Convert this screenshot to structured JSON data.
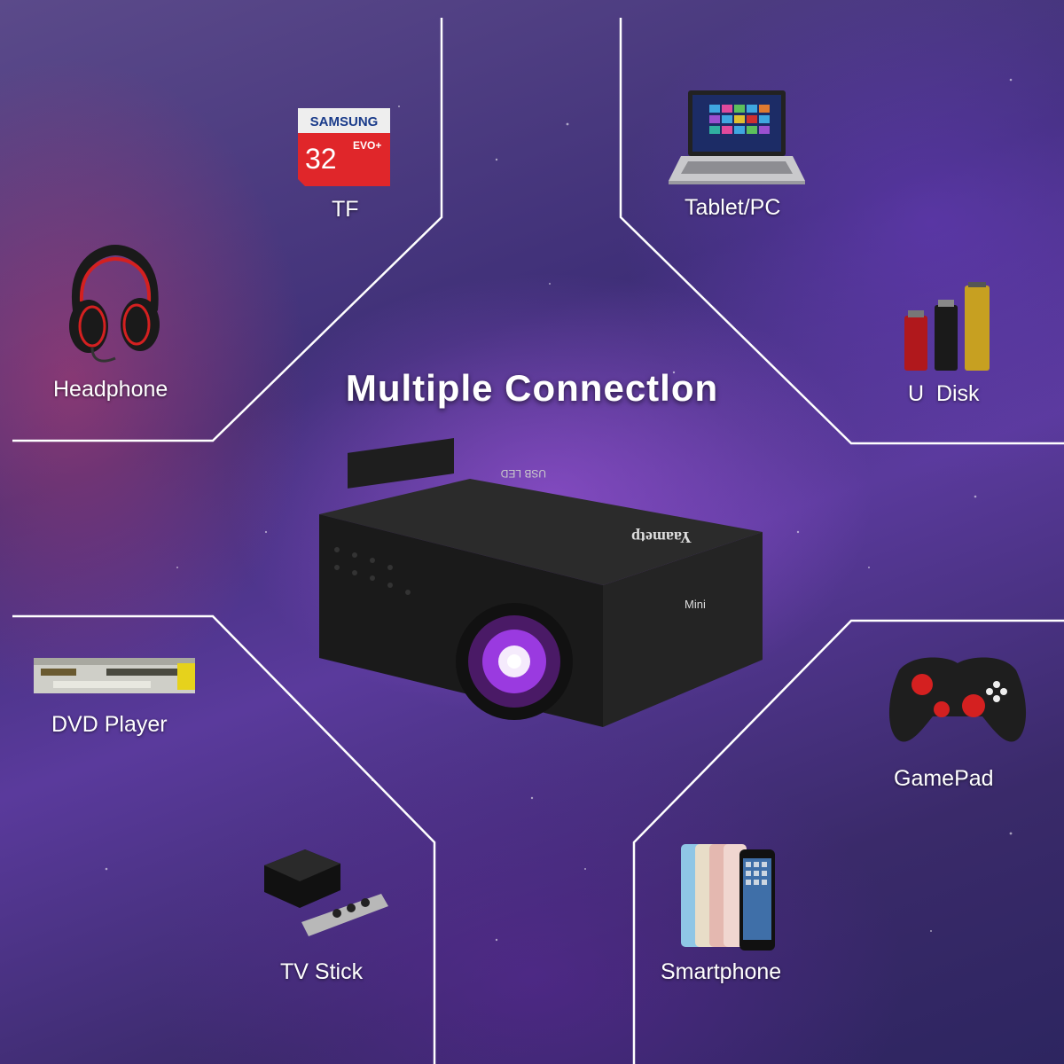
{
  "title": "Multiple Connectlon",
  "devices": {
    "tf": "TF",
    "tablet_pc": "Tablet/PC",
    "headphone": "Headphone",
    "u_disk": "U  Disk",
    "dvd_player": "DVD Player",
    "gamepad": "GamePad",
    "tv_stick": "TV Stick",
    "smartphone": "Smartphone"
  },
  "sd_card": {
    "brand": "SAMSUNG",
    "capacity": "32",
    "series": "EVO+"
  },
  "projector": {
    "brand": "Yaametp",
    "badge": "USB LED",
    "model": "Mini"
  },
  "colors": {
    "accent_red": "#e0262a",
    "background": "#4a3682",
    "lines": "#ffffff"
  }
}
